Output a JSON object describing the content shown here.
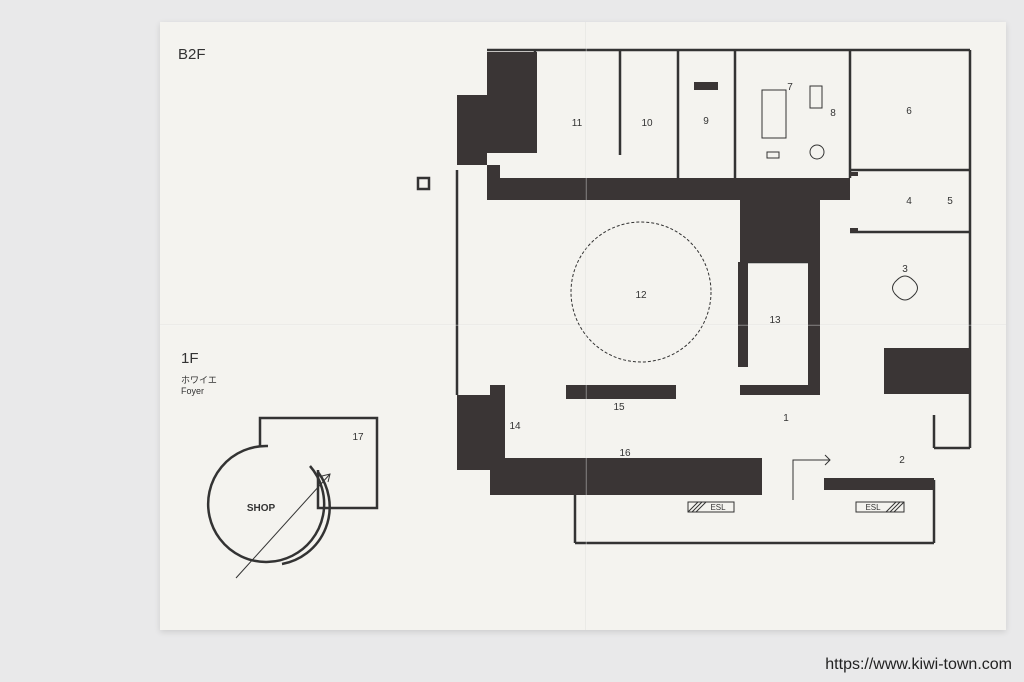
{
  "floors": {
    "b2f": "B2F",
    "f1": "1F",
    "foyer_ja": "ホワイエ",
    "foyer_en": "Foyer"
  },
  "rooms": {
    "r1": "1",
    "r2": "2",
    "r3": "3",
    "r4": "4",
    "r5": "5",
    "r6": "6",
    "r7": "7",
    "r8": "8",
    "r9": "9",
    "r10": "10",
    "r11": "11",
    "r12": "12",
    "r13": "13",
    "r14": "14",
    "r15": "15",
    "r16": "16",
    "r17": "17"
  },
  "labels": {
    "shop": "SHOP",
    "esl_left": "ESL",
    "esl_right": "ESL"
  },
  "watermark": "https://www.kiwi-town.com",
  "colors": {
    "paper": "#f4f3ef",
    "wall": "#3a3535",
    "line": "#333333",
    "background": "#e9e9ea"
  }
}
